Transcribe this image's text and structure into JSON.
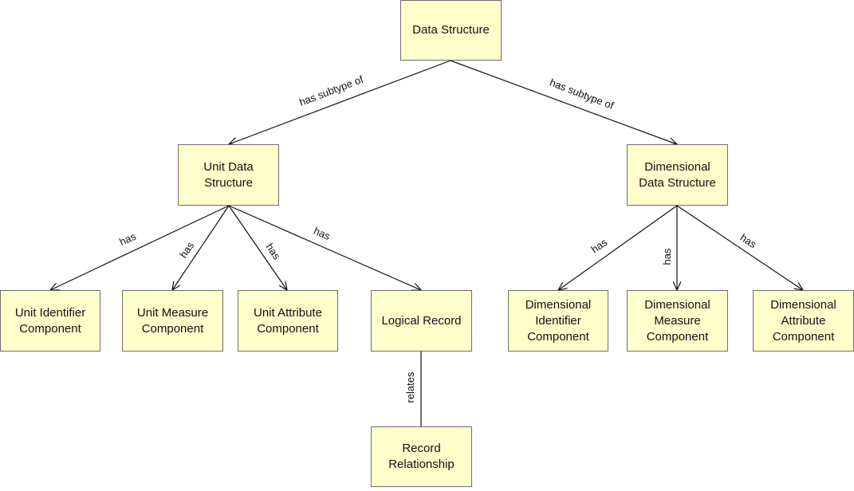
{
  "nodes": {
    "data_structure": "Data Structure",
    "unit_data_structure": "Unit Data\nStructure",
    "dimensional_data_structure": "Dimensional\nData Structure",
    "unit_identifier_component": "Unit Identifier\nComponent",
    "unit_measure_component": "Unit Measure\nComponent",
    "unit_attribute_component": "Unit Attribute\nComponent",
    "logical_record": "Logical Record",
    "record_relationship": "Record\nRelationship",
    "dimensional_identifier_component": "Dimensional\nIdentifier\nComponent",
    "dimensional_measure_component": "Dimensional\nMeasure\nComponent",
    "dimensional_attribute_component": "Dimensional\nAttribute\nComponent"
  },
  "edges": {
    "ds_to_uds": "has subtype of",
    "ds_to_dds": "has subtype of",
    "uds_to_uic": "has",
    "uds_to_umc": "has",
    "uds_to_uac": "has",
    "uds_to_lr": "has",
    "lr_to_rr": "relates",
    "dds_to_dic": "has",
    "dds_to_dmc": "has",
    "dds_to_dac": "has"
  },
  "colors": {
    "box_fill": "#ffffcc",
    "box_border": "#6e6e6e",
    "line": "#111111"
  }
}
